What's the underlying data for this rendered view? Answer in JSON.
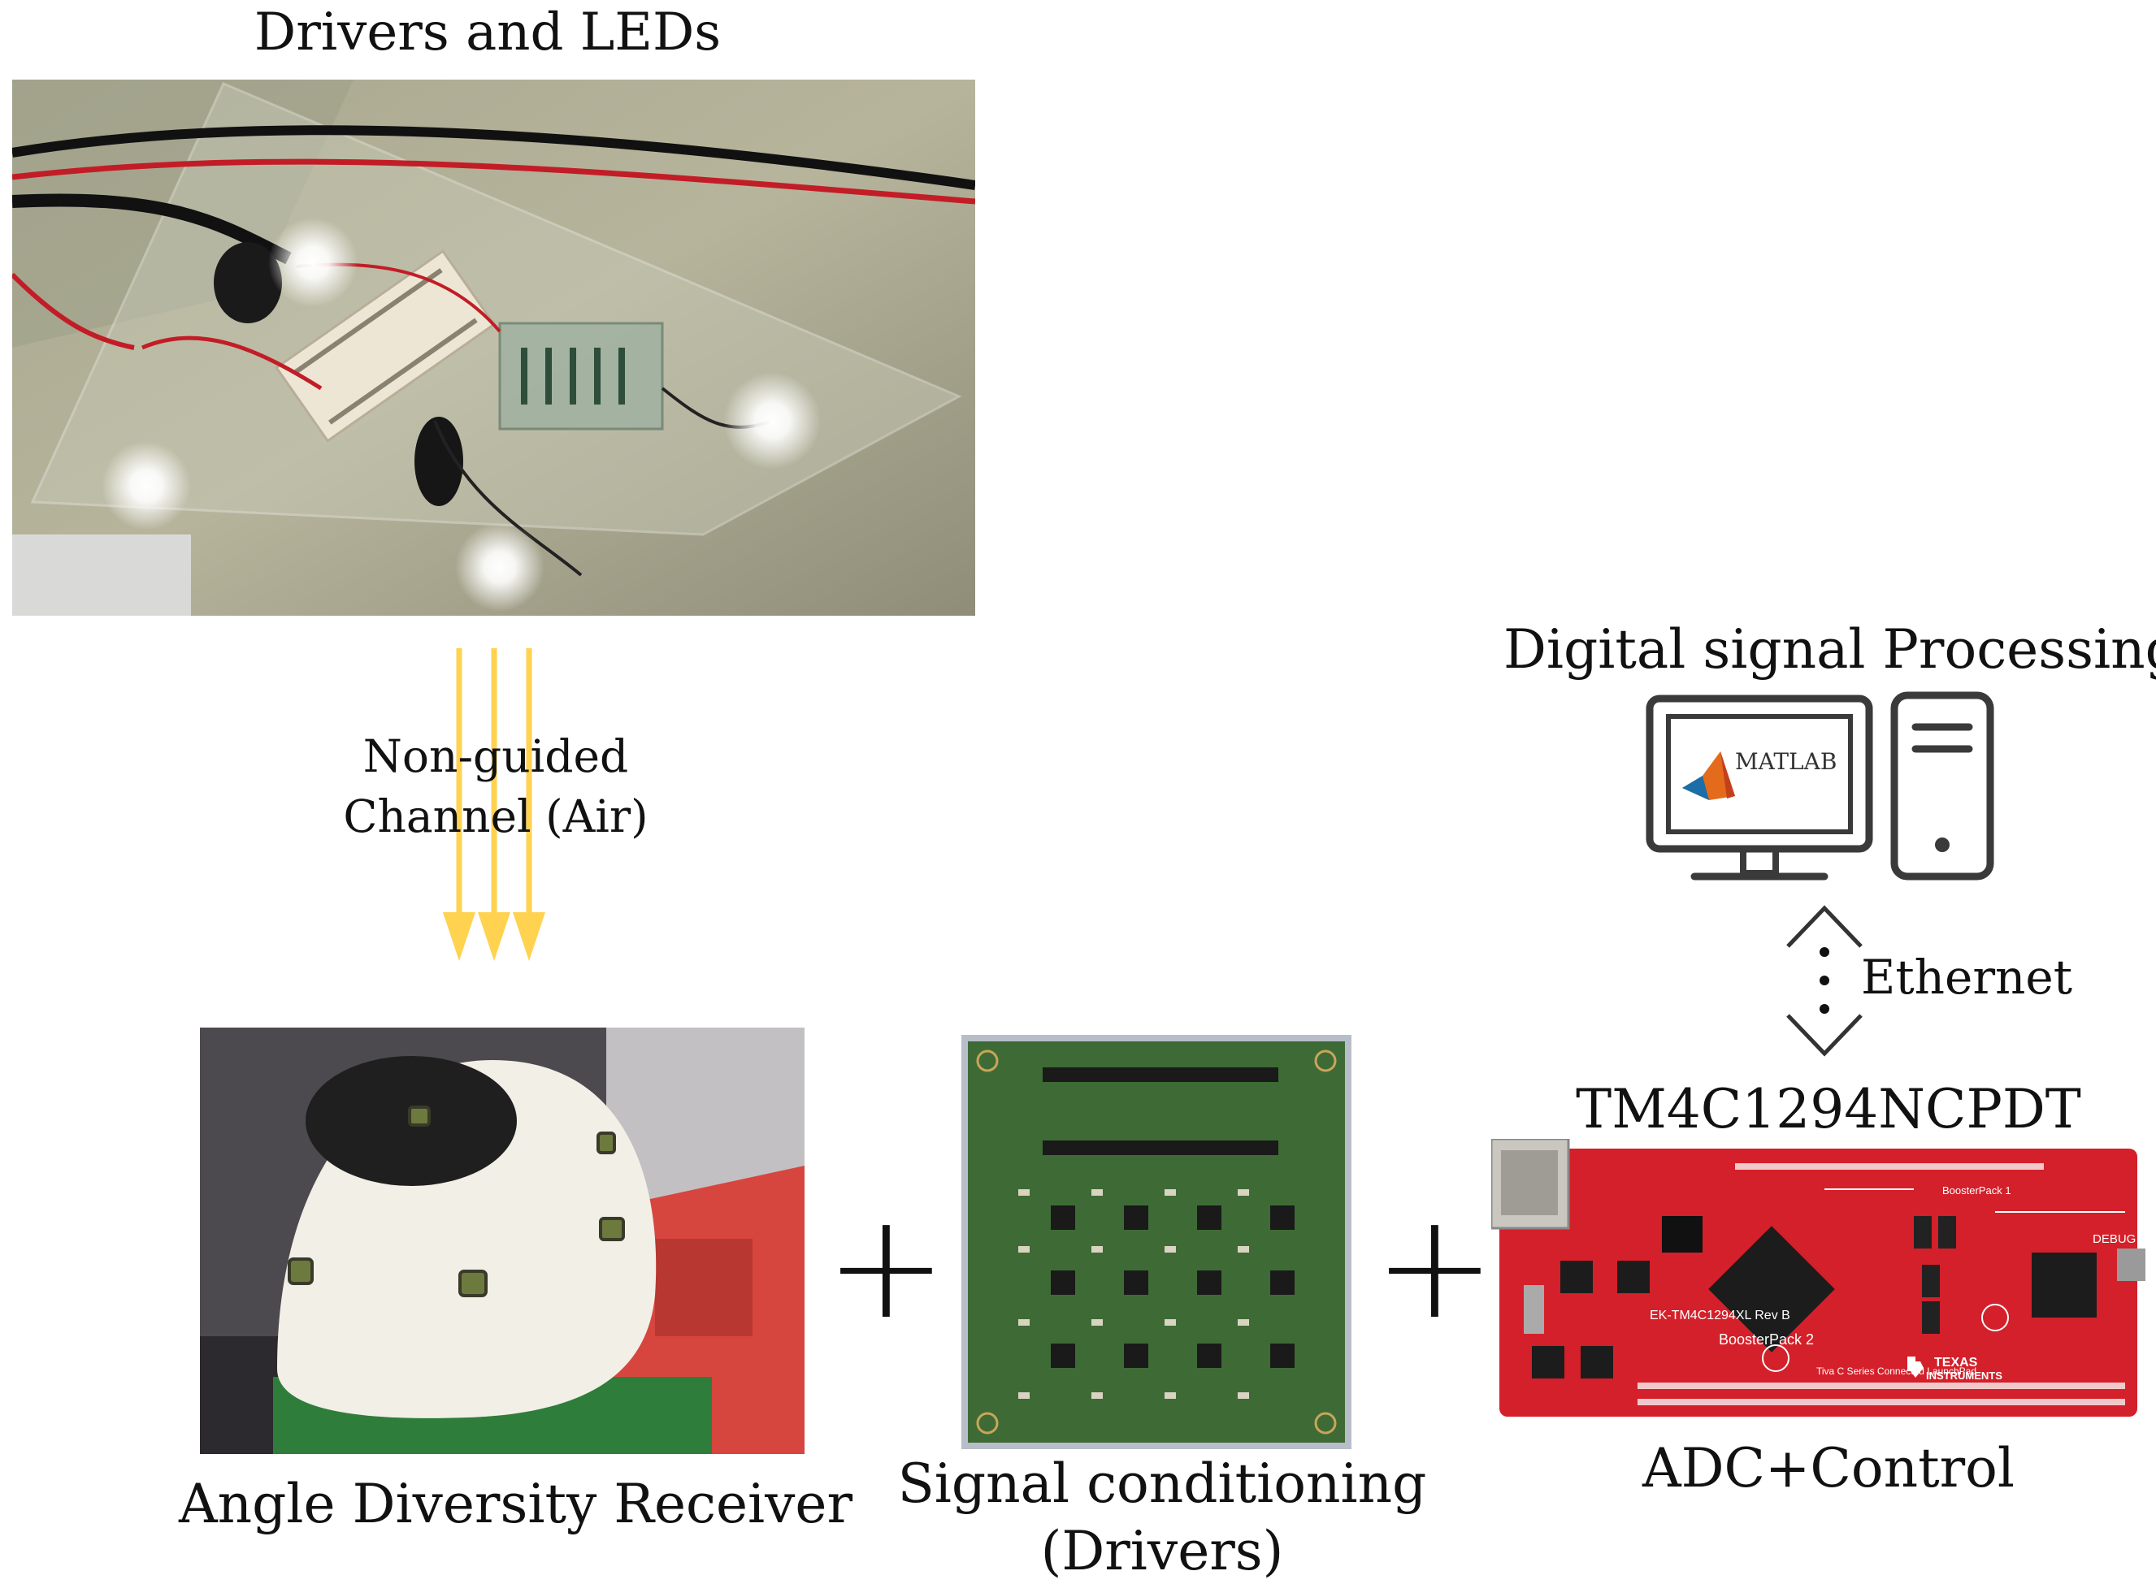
{
  "titles": {
    "drivers_leds": "Drivers and LEDs",
    "channel_line1": "Non-guided",
    "channel_line2": "Channel (Air)",
    "receiver": "Angle Diversity Receiver",
    "signal_cond_line1": "Signal conditioning",
    "signal_cond_line2": "(Drivers)",
    "dsp": "Digital signal Processing",
    "ethernet": "Ethernet",
    "mcu": "TM4C1294NCPDT",
    "adc": "ADC+Control"
  },
  "monitor": {
    "software_label": "MATLAB"
  },
  "connectors": {
    "plus_1": "+",
    "plus_2": "+"
  },
  "board_silkscreen": {
    "launchpad_name": "EK-TM4C1294XL Rev B",
    "boosterpack_1": "BoosterPack 1",
    "boosterpack_2": "BoosterPack 2",
    "series": "Tiva C Series Connected LaunchPad",
    "brand_line1": "TEXAS",
    "brand_line2": "INSTRUMENTS",
    "debug": "DEBUG"
  },
  "colors": {
    "arrow": "#FFD250",
    "board_red": "#D3202A",
    "pcb_green": "#3E6B35",
    "icon_stroke": "#3a3a3a"
  }
}
